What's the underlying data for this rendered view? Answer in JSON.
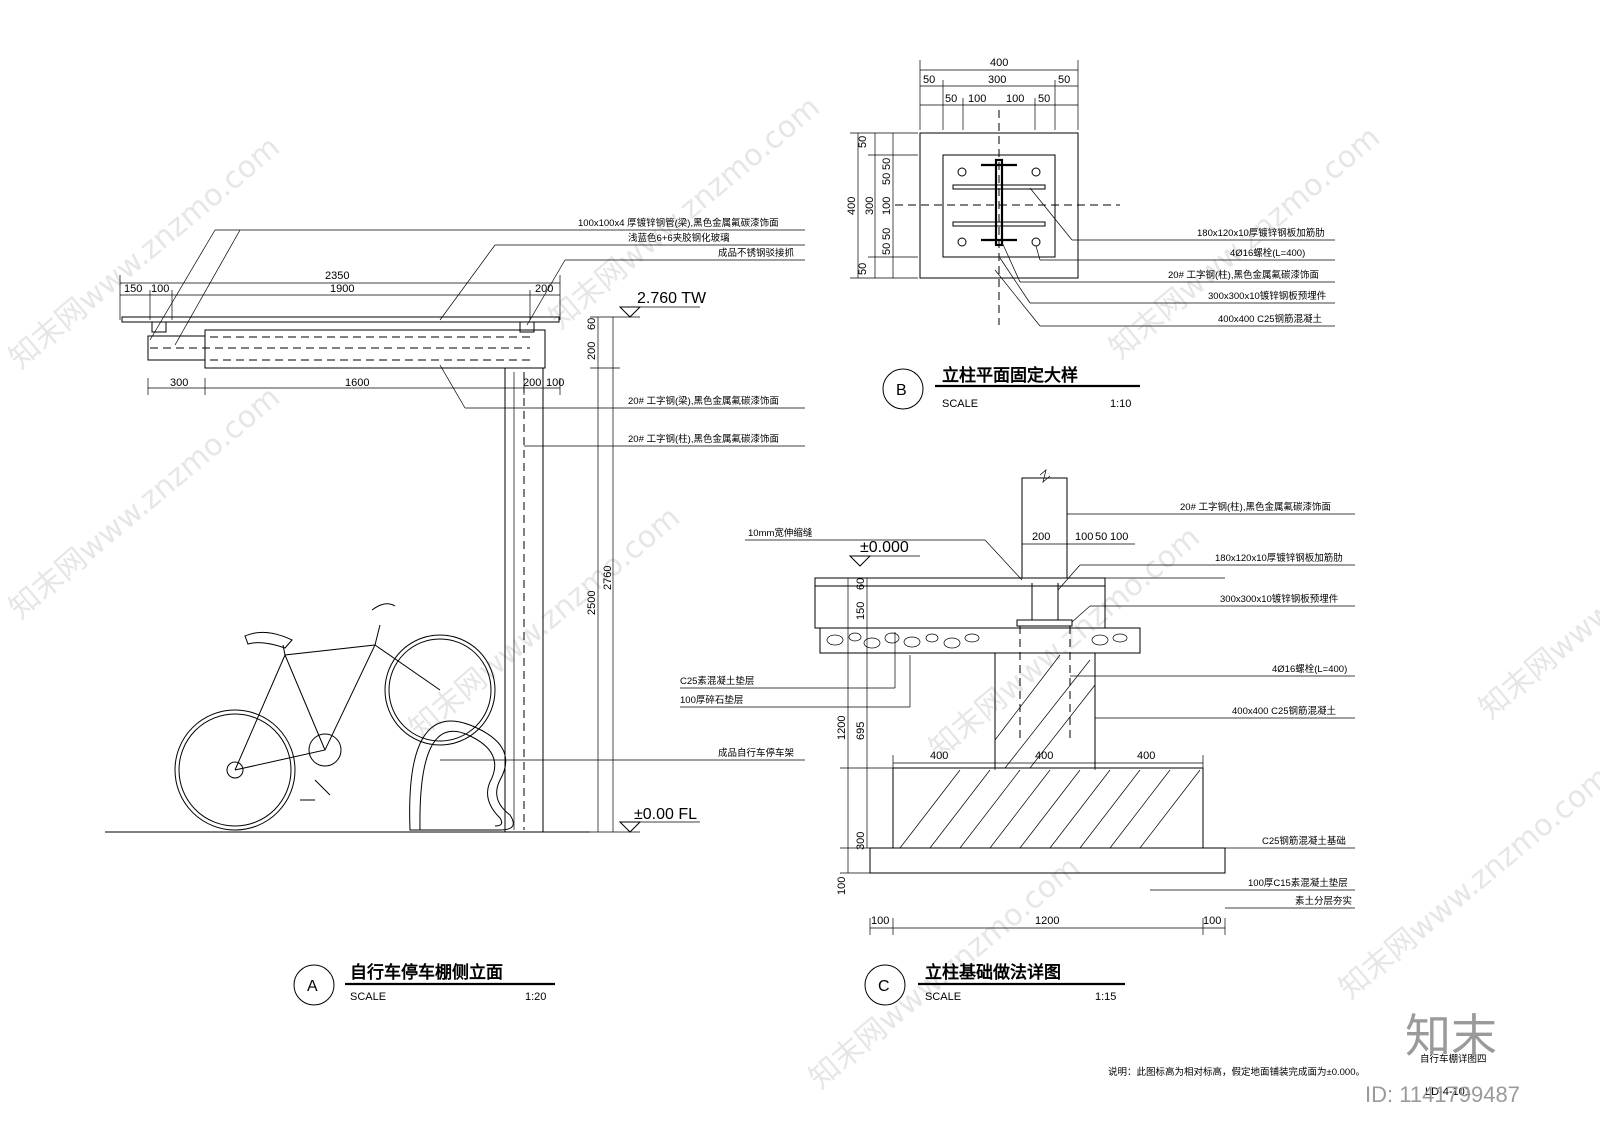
{
  "elevation": {
    "dims_top": [
      "2350",
      "150",
      "100",
      "1900",
      "200"
    ],
    "dims_bottom": [
      "300",
      "1600",
      "200",
      "100"
    ],
    "dims_vertical": [
      "200",
      "60",
      "2500",
      "2760"
    ],
    "level_tw": "2.760 TW",
    "level_fl": "±0.00 FL",
    "notes": [
      "100x100x4 厚镀锌钢管(梁),黑色金属氟碳漆饰面",
      "浅蓝色6+6夹胶钢化玻璃",
      "成品不锈钢驳接抓",
      "20# 工字钢(梁),黑色金属氟碳漆饰面",
      "20# 工字钢(柱),黑色金属氟碳漆饰面",
      "成品自行车停车架"
    ],
    "title_letter": "A",
    "title": "自行车停车棚侧立面",
    "scale_label": "SCALE",
    "scale": "1:20"
  },
  "plan": {
    "dims_top": [
      "400",
      "50",
      "300",
      "50",
      "50",
      "100",
      "100",
      "50"
    ],
    "dims_left": [
      "50",
      "400",
      "300",
      "50",
      "50",
      "100",
      "50",
      "50",
      "50"
    ],
    "notes": [
      "180x120x10厚镀锌钢板加筋肋",
      "4Ø16螺栓(L=400)",
      "20# 工字钢(柱),黑色金属氟碳漆饰面",
      "300x300x10镀锌钢板预埋件",
      "400x400 C25钢筋混凝土"
    ],
    "title_letter": "B",
    "title": "立柱平面固定大样",
    "scale_label": "SCALE",
    "scale": "1:10"
  },
  "foundation": {
    "level": "±0.000",
    "left_notes": [
      "10mm宽伸缩缝",
      "C25素混凝土垫层",
      "100厚碎石垫层"
    ],
    "notes": [
      "20# 工字钢(柱),黑色金属氟碳漆饰面",
      "180x120x10厚镀锌钢板加筋肋",
      "300x300x10镀锌钢板预埋件",
      "4Ø16螺栓(L=400)",
      "400x400 C25钢筋混凝土",
      "C25钢筋混凝土基础",
      "100厚C15素混凝土垫层",
      "素土分层夯实"
    ],
    "dims_top": [
      "200",
      "100",
      "50",
      "100"
    ],
    "dims_mid": [
      "400",
      "400",
      "400"
    ],
    "dims_bottom": [
      "100",
      "1200",
      "100"
    ],
    "dims_vertical": [
      "150",
      "60",
      "1200",
      "695",
      "300",
      "100"
    ],
    "title_letter": "C",
    "title": "立柱基础做法详图",
    "scale_label": "SCALE",
    "scale": "1:15"
  },
  "footer": {
    "note": "说明：此图标高为相对标高，假定地面铺装完成面为±0.000。",
    "sheet_title": "自行车棚详图四",
    "sheet_no": "LD-4-101",
    "logo": "知末",
    "id": "ID: 1141799487"
  },
  "watermark": "知末网www.znzmo.com"
}
